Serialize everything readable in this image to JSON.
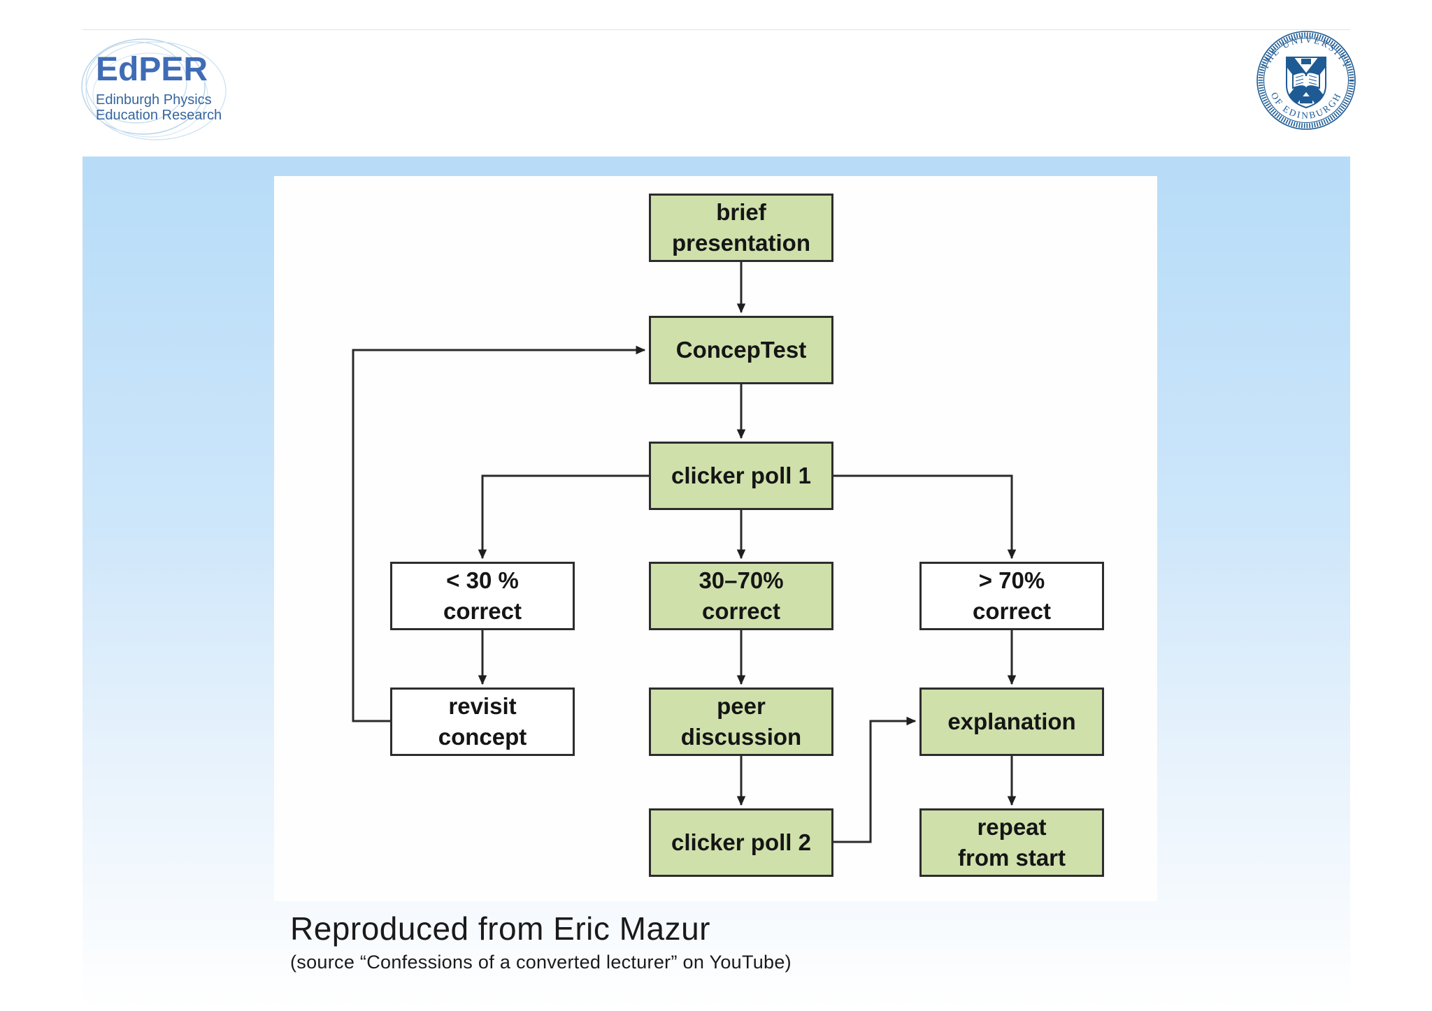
{
  "page": {
    "band_gradient_top": "#b7dcf8",
    "panel_background": "#fefefe",
    "hairline_color": "#e2e2e2"
  },
  "header": {
    "edper_logo": {
      "acronym": "EdPER",
      "line1": "Edinburgh Physics",
      "line2": "Education Research",
      "text_color": "#3f6cb5"
    },
    "crest": {
      "top_text": "THE UNIVERSITY",
      "bottom_text": "· OF EDINBURGH ·",
      "color": "#1e5b94"
    }
  },
  "diagram": {
    "node_fill_green": "#cfe0ab",
    "node_fill_white": "#ffffff",
    "node_border_color": "#2d2d2d",
    "connector_color": "#2a2a2a",
    "nodes": [
      {
        "id": "brief-presentation",
        "label": "brief\npresentation",
        "style": "green"
      },
      {
        "id": "conceptest",
        "label": "ConcepTest",
        "style": "green"
      },
      {
        "id": "clicker-poll-1",
        "label": "clicker poll 1",
        "style": "green"
      },
      {
        "id": "lt-30-correct",
        "label": "< 30 %\ncorrect",
        "style": "white"
      },
      {
        "id": "30-70-correct",
        "label": "30–70%\ncorrect",
        "style": "green"
      },
      {
        "id": "gt-70-correct",
        "label": "> 70%\ncorrect",
        "style": "white"
      },
      {
        "id": "revisit-concept",
        "label": "revisit\nconcept",
        "style": "white"
      },
      {
        "id": "peer-discussion",
        "label": "peer\ndiscussion",
        "style": "green"
      },
      {
        "id": "explanation",
        "label": "explanation",
        "style": "green"
      },
      {
        "id": "clicker-poll-2",
        "label": "clicker poll 2",
        "style": "green"
      },
      {
        "id": "repeat-from-start",
        "label": "repeat\nfrom start",
        "style": "green"
      }
    ]
  },
  "caption": {
    "title": "Reproduced from Eric Mazur",
    "subtitle": "(source “Confessions of a converted lecturer” on YouTube)"
  }
}
